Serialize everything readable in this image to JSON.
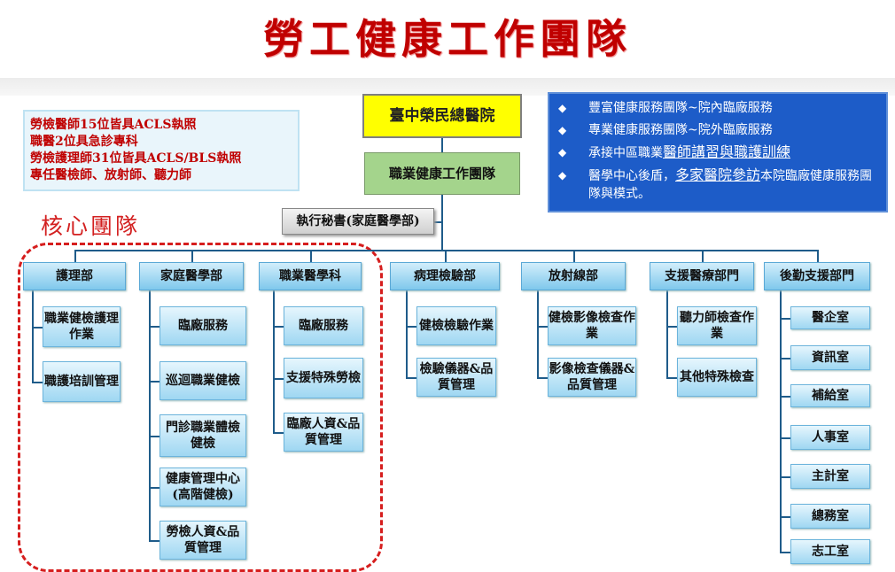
{
  "title": "勞工健康工作團隊",
  "notes": [
    "勞檢醫師15位皆具ACLS執照",
    "職醫2位具急診專科",
    "勞檢護理師31位皆具ACLS/BLS執照",
    "專任醫檢師、放射師、聽力師"
  ],
  "core_team_label": "核心團隊",
  "root": "臺中榮民總醫院",
  "team": "職業健康工作團隊",
  "secretary": "執行秘書(家庭醫學部)",
  "services": [
    {
      "text": "豐富健康服務團隊~院內臨廠服務"
    },
    {
      "text": "專業健康服務團隊~院外臨廠服務"
    },
    {
      "pre": "承接中區職業",
      "ul": "醫師講習與職護訓練",
      "post": ""
    },
    {
      "pre": "醫學中心後盾，",
      "ul": "多家醫院參訪",
      "post": "本院臨廠健康服務團隊與模式。"
    }
  ],
  "bullet_icon": "diamond-bullet-icon",
  "departments": [
    {
      "name": "護理部",
      "items": [
        "職業健檢護理作業",
        "職護培訓管理"
      ]
    },
    {
      "name": "家庭醫學部",
      "items": [
        "臨廠服務",
        "巡迴職業健檢",
        "門診職業體檢健檢",
        "健康管理中心(高階健檢)",
        "勞檢人資&品質管理"
      ]
    },
    {
      "name": "職業醫學科",
      "items": [
        "臨廠服務",
        "支援特殊勞檢",
        "臨廠人資&品質管理"
      ]
    },
    {
      "name": "病理檢驗部",
      "items": [
        "健檢檢驗作業",
        "檢驗儀器&品質管理"
      ]
    },
    {
      "name": "放射線部",
      "items": [
        "健檢影像檢查作業",
        "影像檢查儀器&品質管理"
      ]
    },
    {
      "name": "支援醫療部門",
      "items": [
        "聽力師檢查作業",
        "其他特殊檢查"
      ]
    },
    {
      "name": "後勤支援部門",
      "items": [
        "醫企室",
        "資訊室",
        "補給室",
        "人事室",
        "主計室",
        "總務室",
        "志工室"
      ]
    }
  ],
  "colors": {
    "title": "#c00000",
    "root": "#ffff00",
    "team": "#a4d48c",
    "services_bg": "#1d5cc8",
    "dept": "#7fc8ec",
    "core_frame": "#d61e1e"
  }
}
